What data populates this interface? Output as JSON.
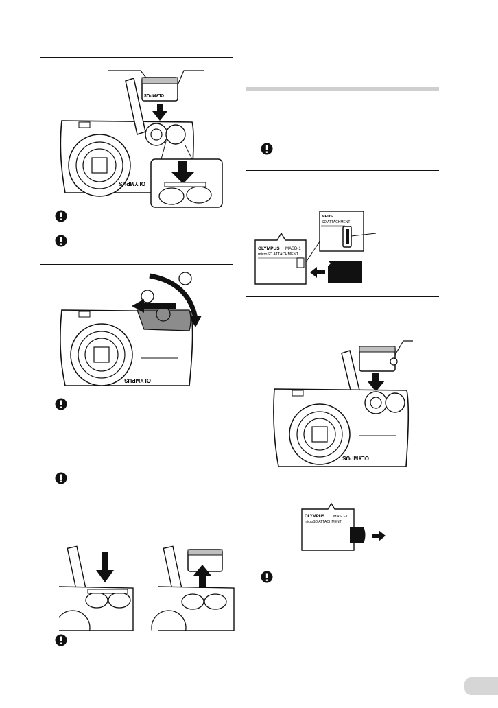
{
  "camera_brand_front": "OLYMPUS",
  "card_brand": "OLYMPUS",
  "adapter": {
    "brand": "OLYMPUS",
    "model": "MASD-1",
    "subtitle": "microSD ATTACHMENT",
    "subtitle_short": "SD ATTACHMENT",
    "brand_short": "MPUS"
  },
  "page_number": "",
  "icons": {
    "note": "caution-icon",
    "push_arrow": "arrow-down-icon",
    "slide_arrow": "arrow-left-icon",
    "pull_arrow": "arrow-up-icon",
    "remove_arrow": "arrow-right-icon"
  },
  "colors": {
    "line": "#111111",
    "gray_fill": "#8c8c8c",
    "light_rule": "#cfcfcf",
    "tab": "#d6d6d6"
  }
}
